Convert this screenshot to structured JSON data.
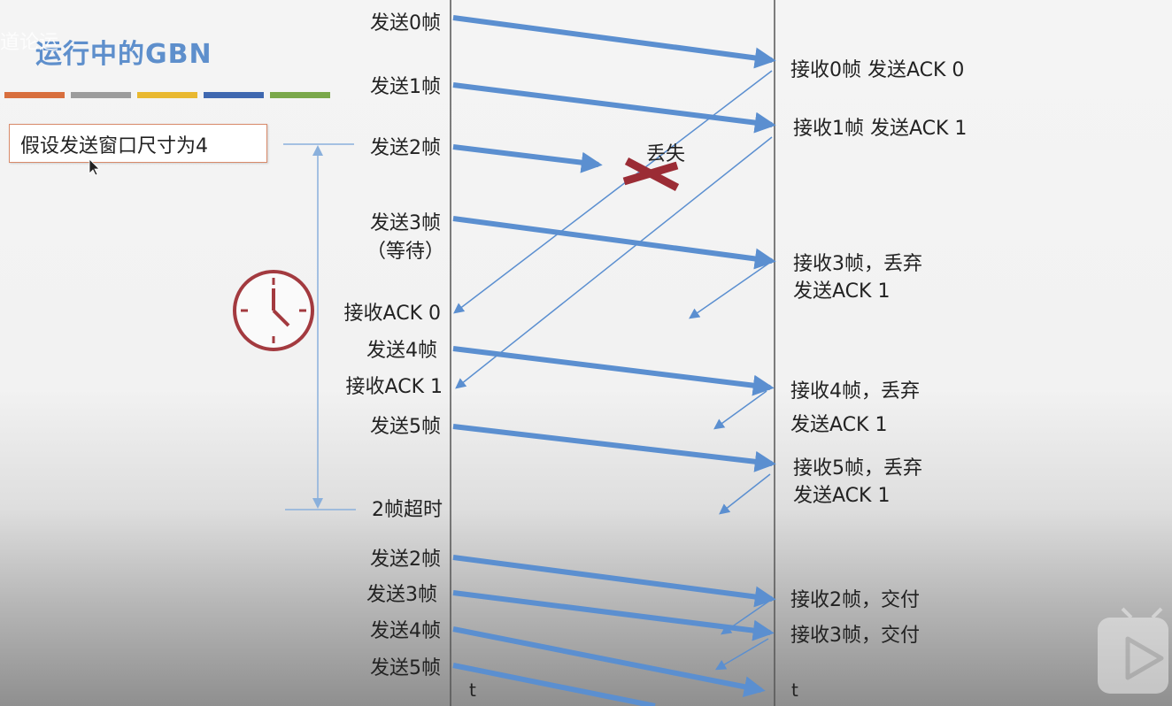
{
  "title": "运行中的GBN",
  "corner_text": "道论运",
  "note": "假设发送窗口尺寸为4",
  "color_bars": [
    "#d86f3e",
    "#9c9c9c",
    "#e9b830",
    "#3f68b0",
    "#7aa84a"
  ],
  "sender_labels": [
    {
      "id": "s0",
      "text": "发送0帧"
    },
    {
      "id": "s1",
      "text": "发送1帧"
    },
    {
      "id": "s2",
      "text": "发送2帧"
    },
    {
      "id": "s3",
      "text": "发送3帧"
    },
    {
      "id": "s3w",
      "text": "（等待）"
    },
    {
      "id": "a0",
      "text": "接收ACK 0"
    },
    {
      "id": "s4",
      "text": "发送4帧"
    },
    {
      "id": "a1",
      "text": "接收ACK 1"
    },
    {
      "id": "s5",
      "text": "发送5帧"
    },
    {
      "id": "to",
      "text": "2帧超时"
    },
    {
      "id": "r2",
      "text": "发送2帧"
    },
    {
      "id": "r3",
      "text": "发送3帧"
    },
    {
      "id": "r4",
      "text": "发送4帧"
    },
    {
      "id": "r5",
      "text": "发送5帧"
    }
  ],
  "receiver_labels": [
    {
      "id": "g0",
      "text": "接收0帧 发送ACK 0"
    },
    {
      "id": "g1",
      "text": "接收1帧 发送ACK 1"
    },
    {
      "id": "g3",
      "text": "接收3帧，丢弃"
    },
    {
      "id": "g3b",
      "text": "发送ACK 1"
    },
    {
      "id": "g4",
      "text": "接收4帧，丢弃"
    },
    {
      "id": "g4b",
      "text": "发送ACK 1"
    },
    {
      "id": "g5",
      "text": "接收5帧，丢弃"
    },
    {
      "id": "g5b",
      "text": "发送ACK 1"
    },
    {
      "id": "h2",
      "text": "接收2帧，交付"
    },
    {
      "id": "h3",
      "text": "接收3帧，交付"
    }
  ],
  "lost_label": "丢失",
  "axis_label_sender": "t",
  "axis_label_receiver": "t",
  "icons": {
    "timer": "clock-icon",
    "lost": "cross-icon",
    "cursor": "cursor-icon",
    "play": "play-icon"
  }
}
